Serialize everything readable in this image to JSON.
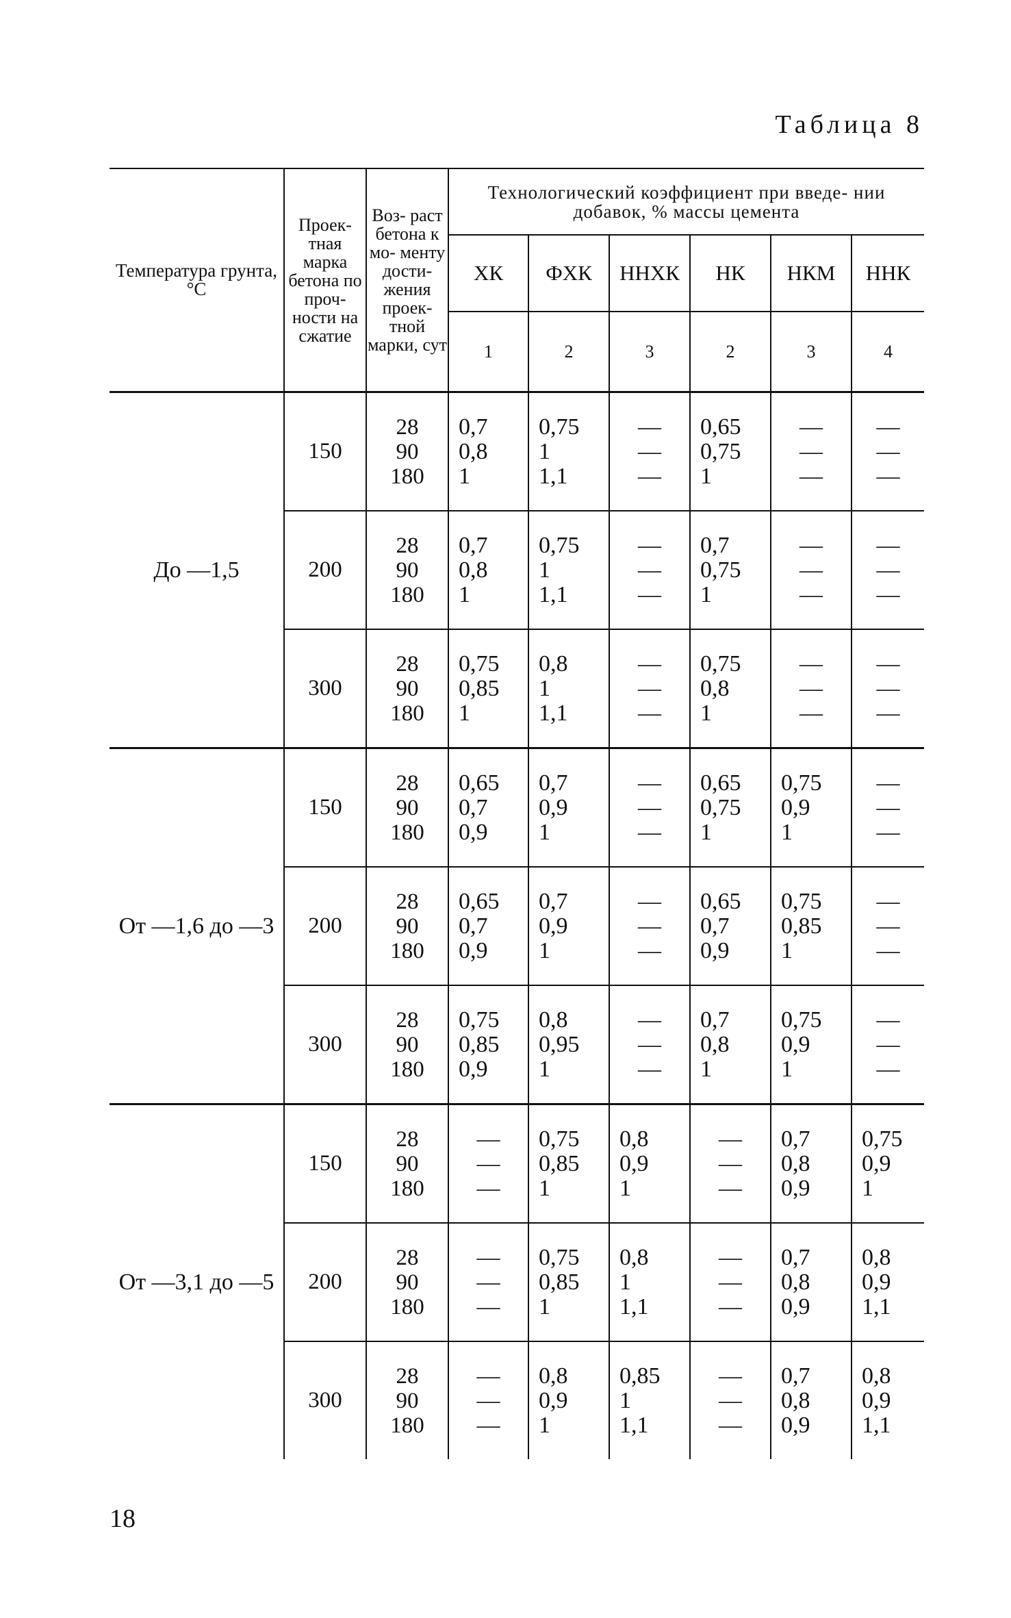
{
  "caption": "Таблица 8",
  "page_number": "18",
  "header": {
    "temperature": "Температура грунта, °С",
    "grade": "Проек- тная марка бетона по проч- ности на сжатие",
    "age": "Воз- раст бетона к мо- менту дости- жения проек- тной марки, сут",
    "tech": "Технологический коэффициент при введе- нии добавок, % массы цемента",
    "additives": [
      "ХК",
      "ФХК",
      "ННХК",
      "НК",
      "НКМ",
      "ННК"
    ],
    "percents": [
      "1",
      "2",
      "3",
      "2",
      "3",
      "4"
    ]
  },
  "groups": [
    {
      "temperature": "До —1,5",
      "rows": [
        {
          "grade": "150",
          "ages": [
            "28",
            "90",
            "180"
          ],
          "values": [
            [
              "0,7",
              "0,8",
              "1"
            ],
            [
              "0,75",
              "1",
              "1,1"
            ],
            [
              "—",
              "—",
              "—"
            ],
            [
              "0,65",
              "0,75",
              "1"
            ],
            [
              "—",
              "—",
              "—"
            ],
            [
              "—",
              "—",
              "—"
            ]
          ]
        },
        {
          "grade": "200",
          "ages": [
            "28",
            "90",
            "180"
          ],
          "values": [
            [
              "0,7",
              "0,8",
              "1"
            ],
            [
              "0,75",
              "1",
              "1,1"
            ],
            [
              "—",
              "—",
              "—"
            ],
            [
              "0,7",
              "0,75",
              "1"
            ],
            [
              "—",
              "—",
              "—"
            ],
            [
              "—",
              "—",
              "—"
            ]
          ]
        },
        {
          "grade": "300",
          "ages": [
            "28",
            "90",
            "180"
          ],
          "values": [
            [
              "0,75",
              "0,85",
              "1"
            ],
            [
              "0,8",
              "1",
              "1,1"
            ],
            [
              "—",
              "—",
              "—"
            ],
            [
              "0,75",
              "0,8",
              "1"
            ],
            [
              "—",
              "—",
              "—"
            ],
            [
              "—",
              "—",
              "—"
            ]
          ]
        }
      ]
    },
    {
      "temperature": "От —1,6 до —3",
      "rows": [
        {
          "grade": "150",
          "ages": [
            "28",
            "90",
            "180"
          ],
          "values": [
            [
              "0,65",
              "0,7",
              "0,9"
            ],
            [
              "0,7",
              "0,9",
              "1"
            ],
            [
              "—",
              "—",
              "—"
            ],
            [
              "0,65",
              "0,75",
              "1"
            ],
            [
              "0,75",
              "0,9",
              "1"
            ],
            [
              "—",
              "—",
              "—"
            ]
          ]
        },
        {
          "grade": "200",
          "ages": [
            "28",
            "90",
            "180"
          ],
          "values": [
            [
              "0,65",
              "0,7",
              "0,9"
            ],
            [
              "0,7",
              "0,9",
              "1"
            ],
            [
              "—",
              "—",
              "—"
            ],
            [
              "0,65",
              "0,7",
              "0,9"
            ],
            [
              "0,75",
              "0,85",
              "1"
            ],
            [
              "—",
              "—",
              "—"
            ]
          ]
        },
        {
          "grade": "300",
          "ages": [
            "28",
            "90",
            "180"
          ],
          "values": [
            [
              "0,75",
              "0,85",
              "0,9"
            ],
            [
              "0,8",
              "0,95",
              "1"
            ],
            [
              "—",
              "—",
              "—"
            ],
            [
              "0,7",
              "0,8",
              "1"
            ],
            [
              "0,75",
              "0,9",
              "1"
            ],
            [
              "—",
              "—",
              "—"
            ]
          ]
        }
      ]
    },
    {
      "temperature": "От —3,1 до —5",
      "rows": [
        {
          "grade": "150",
          "ages": [
            "28",
            "90",
            "180"
          ],
          "values": [
            [
              "—",
              "—",
              "—"
            ],
            [
              "0,75",
              "0,85",
              "1"
            ],
            [
              "0,8",
              "0,9",
              "1"
            ],
            [
              "—",
              "—",
              "—"
            ],
            [
              "0,7",
              "0,8",
              "0,9"
            ],
            [
              "0,75",
              "0,9",
              "1"
            ]
          ]
        },
        {
          "grade": "200",
          "ages": [
            "28",
            "90",
            "180"
          ],
          "values": [
            [
              "—",
              "—",
              "—"
            ],
            [
              "0,75",
              "0,85",
              "1"
            ],
            [
              "0,8",
              "1",
              "1,1"
            ],
            [
              "—",
              "—",
              "—"
            ],
            [
              "0,7",
              "0,8",
              "0,9"
            ],
            [
              "0,8",
              "0,9",
              "1,1"
            ]
          ]
        },
        {
          "grade": "300",
          "ages": [
            "28",
            "90",
            "180"
          ],
          "values": [
            [
              "—",
              "—",
              "—"
            ],
            [
              "0,8",
              "0,9",
              "1"
            ],
            [
              "0,85",
              "1",
              "1,1"
            ],
            [
              "—",
              "—",
              "—"
            ],
            [
              "0,7",
              "0,8",
              "0,9"
            ],
            [
              "0,8",
              "0,9",
              "1,1"
            ]
          ]
        }
      ]
    }
  ]
}
